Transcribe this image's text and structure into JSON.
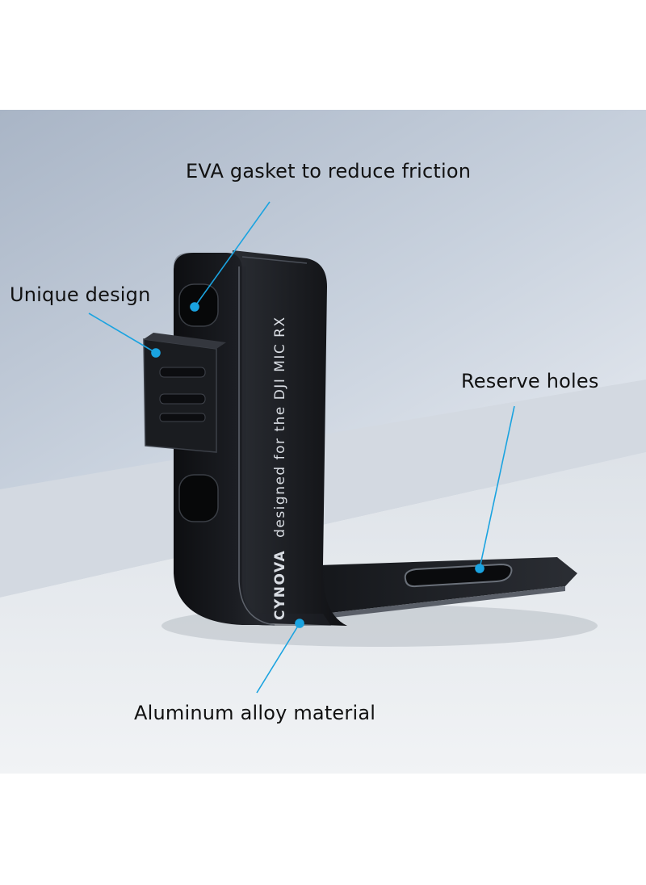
{
  "callouts": {
    "eva": "EVA gasket to reduce friction",
    "unique": "Unique design",
    "reserve": "Reserve holes",
    "alloy": "Aluminum alloy material"
  },
  "product": {
    "brand": "CYNOVA",
    "engraving": "designed for the DJI MIC RX"
  },
  "colors": {
    "callout_line": "#1aa3e0",
    "callout_dot": "#1aa3e0",
    "bracket_body": "#16181c",
    "background_top": "#b6c2d3",
    "background_floor": "#e9ecef"
  }
}
